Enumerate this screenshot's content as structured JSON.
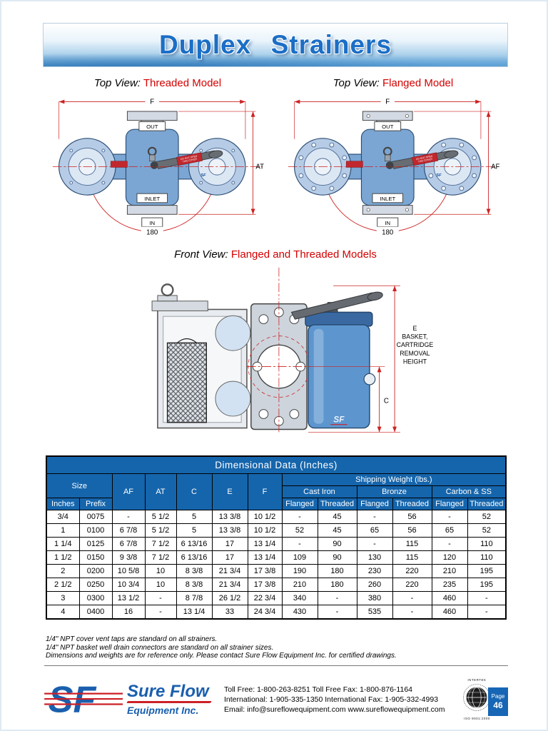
{
  "header": {
    "title": "Duplex Strainers"
  },
  "views": {
    "threaded": {
      "title_prefix": "Top View:",
      "title_name": "Threaded Model",
      "labels": {
        "f": "F",
        "out": "OUT",
        "dim": "AT",
        "inlet": "INLET",
        "in": "IN",
        "angle": "180",
        "tag_line1": "DO NOT OPEN",
        "tag_line2": "THIS COVER",
        "sf": "SF"
      }
    },
    "flanged": {
      "title_prefix": "Top View:",
      "title_name": "Flanged Model",
      "labels": {
        "f": "F",
        "out": "OUT",
        "dim": "AF",
        "inlet": "INLET",
        "in": "IN",
        "angle": "180",
        "tag_line1": "DO NOT OPEN",
        "tag_line2": "THIS COVER",
        "sf": "SF"
      }
    },
    "front": {
      "title_prefix": "Front View:",
      "title_name": "Flanged and Threaded Models",
      "labels": {
        "e_lines": [
          "E",
          "BASKET,",
          "CARTRIDGE",
          "REMOVAL",
          "HEIGHT"
        ],
        "c": "C",
        "sf": "SF"
      }
    }
  },
  "table": {
    "title": "Dimensional Data (Inches)",
    "headers": {
      "size": "Size",
      "inches": "Inches",
      "prefix": "Prefix",
      "af": "AF",
      "at": "AT",
      "c": "C",
      "e": "E",
      "f": "F",
      "shipping": "Shipping Weight (lbs.)",
      "cast_iron": "Cast Iron",
      "bronze": "Bronze",
      "carbon_ss": "Carbon & SS",
      "flanged": "Flanged",
      "threaded": "Threaded"
    },
    "rows": [
      [
        "3/4",
        "0075",
        "-",
        "5 1/2",
        "5",
        "13 3/8",
        "10 1/2",
        "-",
        "45",
        "-",
        "56",
        "-",
        "52"
      ],
      [
        "1",
        "0100",
        "6 7/8",
        "5 1/2",
        "5",
        "13 3/8",
        "10 1/2",
        "52",
        "45",
        "65",
        "56",
        "65",
        "52"
      ],
      [
        "1 1/4",
        "0125",
        "6 7/8",
        "7 1/2",
        "6 13/16",
        "17",
        "13 1/4",
        "-",
        "90",
        "-",
        "115",
        "-",
        "110"
      ],
      [
        "1 1/2",
        "0150",
        "9 3/8",
        "7 1/2",
        "6 13/16",
        "17",
        "13 1/4",
        "109",
        "90",
        "130",
        "115",
        "120",
        "110"
      ],
      [
        "2",
        "0200",
        "10 5/8",
        "10",
        "8 3/8",
        "21 3/4",
        "17 3/8",
        "190",
        "180",
        "230",
        "220",
        "210",
        "195"
      ],
      [
        "2 1/2",
        "0250",
        "10 3/4",
        "10",
        "8 3/8",
        "21 3/4",
        "17 3/8",
        "210",
        "180",
        "260",
        "220",
        "235",
        "195"
      ],
      [
        "3",
        "0300",
        "13 1/2",
        "-",
        "8 7/8",
        "26 1/2",
        "22 3/4",
        "340",
        "-",
        "380",
        "-",
        "460",
        "-"
      ],
      [
        "4",
        "0400",
        "16",
        "-",
        "13 1/4",
        "33",
        "24 3/4",
        "430",
        "-",
        "535",
        "-",
        "460",
        "-"
      ]
    ]
  },
  "notes": [
    "1/4\" NPT cover vent taps are standard on all strainers.",
    "1/4\" NPT basket well drain connectors are standard on all strainer sizes.",
    "Dimensions and weights are for reference only. Please contact Sure Flow Equipment Inc. for certified drawings."
  ],
  "footer": {
    "logo_text": "SF",
    "company_line1": "Sure Flow",
    "company_line2": "Equipment Inc.",
    "contact_line1": "Toll Free: 1-800-263-8251  Toll Free Fax: 1-800-876-1164",
    "contact_line2": "International: 1-905-335-1350 International Fax: 1-905-332-4993",
    "contact_line3": "Email: info@sureflowequipment.com  www.sureflowequipment.com",
    "badge_top": "INTERTEK",
    "badge_bottom": "ISO 9001:2000",
    "page_label": "Page",
    "page_number": "46"
  }
}
